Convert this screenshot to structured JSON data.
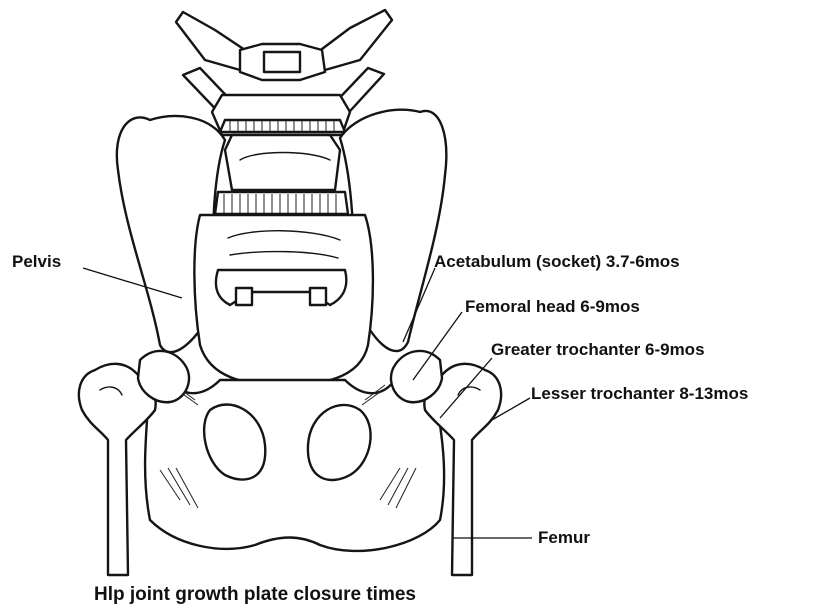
{
  "labels": {
    "pelvis": "Pelvis",
    "acetabulum": "Acetabulum (socket) 3.7-6mos",
    "femoral_head": "Femoral head 6-9mos",
    "greater_trochanter": "Greater trochanter 6-9mos",
    "lesser_trochanter": "Lesser trochanter 8-13mos",
    "femur": "Femur"
  },
  "caption": "Hlp joint growth plate closure times"
}
